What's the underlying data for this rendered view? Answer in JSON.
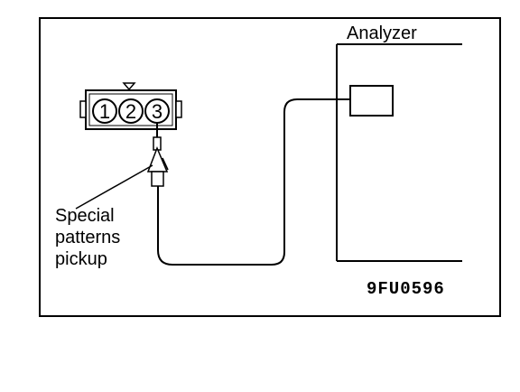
{
  "analyzer": {
    "label": "Analyzer"
  },
  "connector": {
    "pins": [
      "1",
      "2",
      "3"
    ]
  },
  "pickup": {
    "label_lines": [
      "Special",
      "patterns",
      "pickup"
    ]
  },
  "figure_code": "9FU0596",
  "colors": {
    "ink": "#000000",
    "paper": "#ffffff"
  }
}
